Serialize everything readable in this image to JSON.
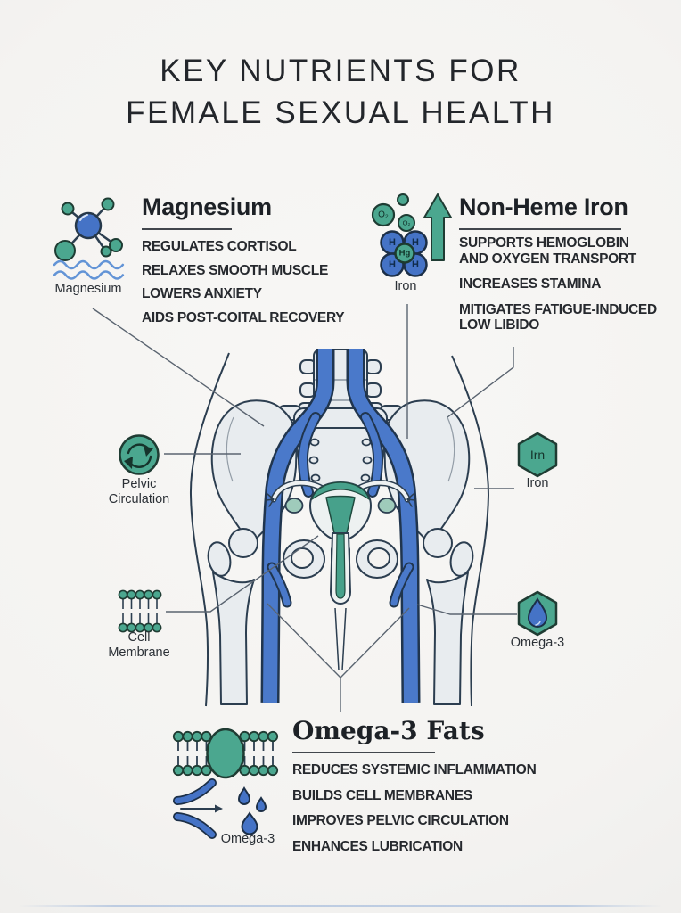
{
  "title": {
    "line1": "KEY NUTRIENTS FOR",
    "line2": "FEMALE SEXUAL HEALTH"
  },
  "magnesium": {
    "heading": "Magnesium",
    "icon_label": "Magnesium",
    "bullets": [
      "REGULATES CORTISOL",
      "RELAXES SMOOTH MUSCLE",
      "LOWERS ANXIETY",
      "AIDS POST-COITAL RECOVERY"
    ]
  },
  "non_heme_iron": {
    "heading": "Non-Heme Iron",
    "icon_label": "Iron",
    "bullets": [
      "SUPPORTS HEMOGLOBIN\nAND OXYGEN TRANSPORT",
      "INCREASES STAMINA",
      "MITIGATES FATIGUE-INDUCED\nLOW LIBIDO"
    ],
    "molecule": {
      "o2_large": "O₂",
      "o2_small": "O₂",
      "h": "H",
      "hg": "Hg"
    }
  },
  "omega3": {
    "heading": "Omega-3 Fats",
    "icon_label": "Omega-3",
    "bullets": [
      "REDUCES SYSTEMIC INFLAMMATION",
      "BUILDS CELL MEMBRANES",
      "IMPROVES PELVIC CIRCULATION",
      "ENHANCES LUBRICATION"
    ]
  },
  "callouts": {
    "pelvic_circulation_label": "Pelvic\nCirculation",
    "iron_hex_symbol": "Irn",
    "iron_hex_label": "Iron",
    "omega3_hex_label": "Omega-3",
    "cell_membrane_label": "Cell\nMembrane"
  },
  "colors": {
    "teal_green": "#4ba78f",
    "icon_blue": "#4573c6",
    "vessel_blue": "#4a79ca",
    "bone_fill": "#e8ecef",
    "dark_outline": "#2c3e50",
    "background": "#f4f3f1",
    "text": "#24282d",
    "wave_blue": "#6394d6"
  }
}
